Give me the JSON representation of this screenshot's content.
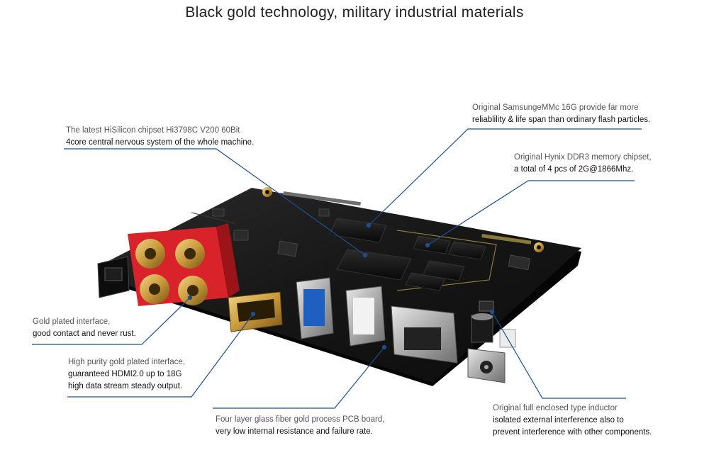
{
  "title": "Black gold technology, military industrial materials",
  "colors": {
    "callout_line": "#1e4f8c",
    "pcb": "#161616",
    "gold": "#c99a3a",
    "red": "#d8232a"
  },
  "annotations": {
    "chipset": {
      "line1": "The latest HiSilicon chipset Hi3798C V200 60Bit",
      "line2": "4core central nervous system of the whole machine."
    },
    "emmc": {
      "line1": "Original SamsungeMMc 16G provide far more",
      "line2": "reliablility & life span than ordinary flash particles."
    },
    "ddr3": {
      "line1": "Original Hynix DDR3 memory chipset,",
      "line2": "a total of 4 pcs of 2G@1866Mhz."
    },
    "gold_interface": {
      "line1": "Gold plated interface,",
      "line2": "good contact and never rust."
    },
    "hdmi": {
      "line1": "High purity gold plated interface,",
      "line2": "guaranteed HDMI2.0 up to 18G",
      "line3": "high data stream steady output."
    },
    "pcb": {
      "line1": "Four layer glass fiber gold process PCB board,",
      "line2": "very low internal resistance and failure rate."
    },
    "inductor": {
      "line1": "Original full enclosed type inductor",
      "line2": "isolated  external interference also to",
      "line3": "prevent interference with other components."
    }
  }
}
